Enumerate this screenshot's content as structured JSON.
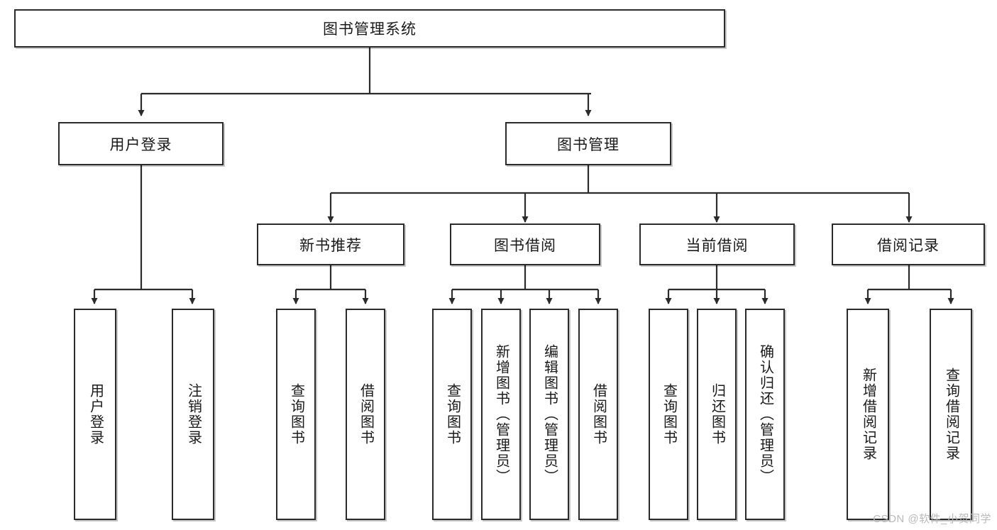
{
  "diagram": {
    "title": "图书管理系统",
    "type": "hierarchy-tree",
    "watermark": "CSDN @软件_小贺同学",
    "colors": {
      "box_border": "#2b2b2b",
      "box_fill": "#ffffff",
      "edge": "#2b2b2b",
      "text": "#1a1a1a",
      "watermark": "#b9b9b9"
    },
    "levels": {
      "root": {
        "label": "图书管理系统"
      },
      "level2": [
        {
          "label": "用户登录"
        },
        {
          "label": "图书管理"
        }
      ],
      "level3": [
        {
          "label": "新书推荐"
        },
        {
          "label": "图书借阅"
        },
        {
          "label": "当前借阅"
        },
        {
          "label": "借阅记录"
        }
      ],
      "leaves": {
        "user_login": [
          {
            "label": "用户登录"
          },
          {
            "label": "注销登录"
          }
        ],
        "new_book_rec": [
          {
            "label": "查询图书"
          },
          {
            "label": "借阅图书"
          }
        ],
        "book_borrow": [
          {
            "label": "查询图书"
          },
          {
            "label": "新增图书（管理员）"
          },
          {
            "label": "编辑图书（管理员）"
          },
          {
            "label": "借阅图书"
          }
        ],
        "current_borrow": [
          {
            "label": "查询图书"
          },
          {
            "label": "归还图书"
          },
          {
            "label": "确认归还（管理员）"
          }
        ],
        "borrow_record": [
          {
            "label": "新增借阅记录"
          },
          {
            "label": "查询借阅记录"
          }
        ]
      }
    }
  }
}
